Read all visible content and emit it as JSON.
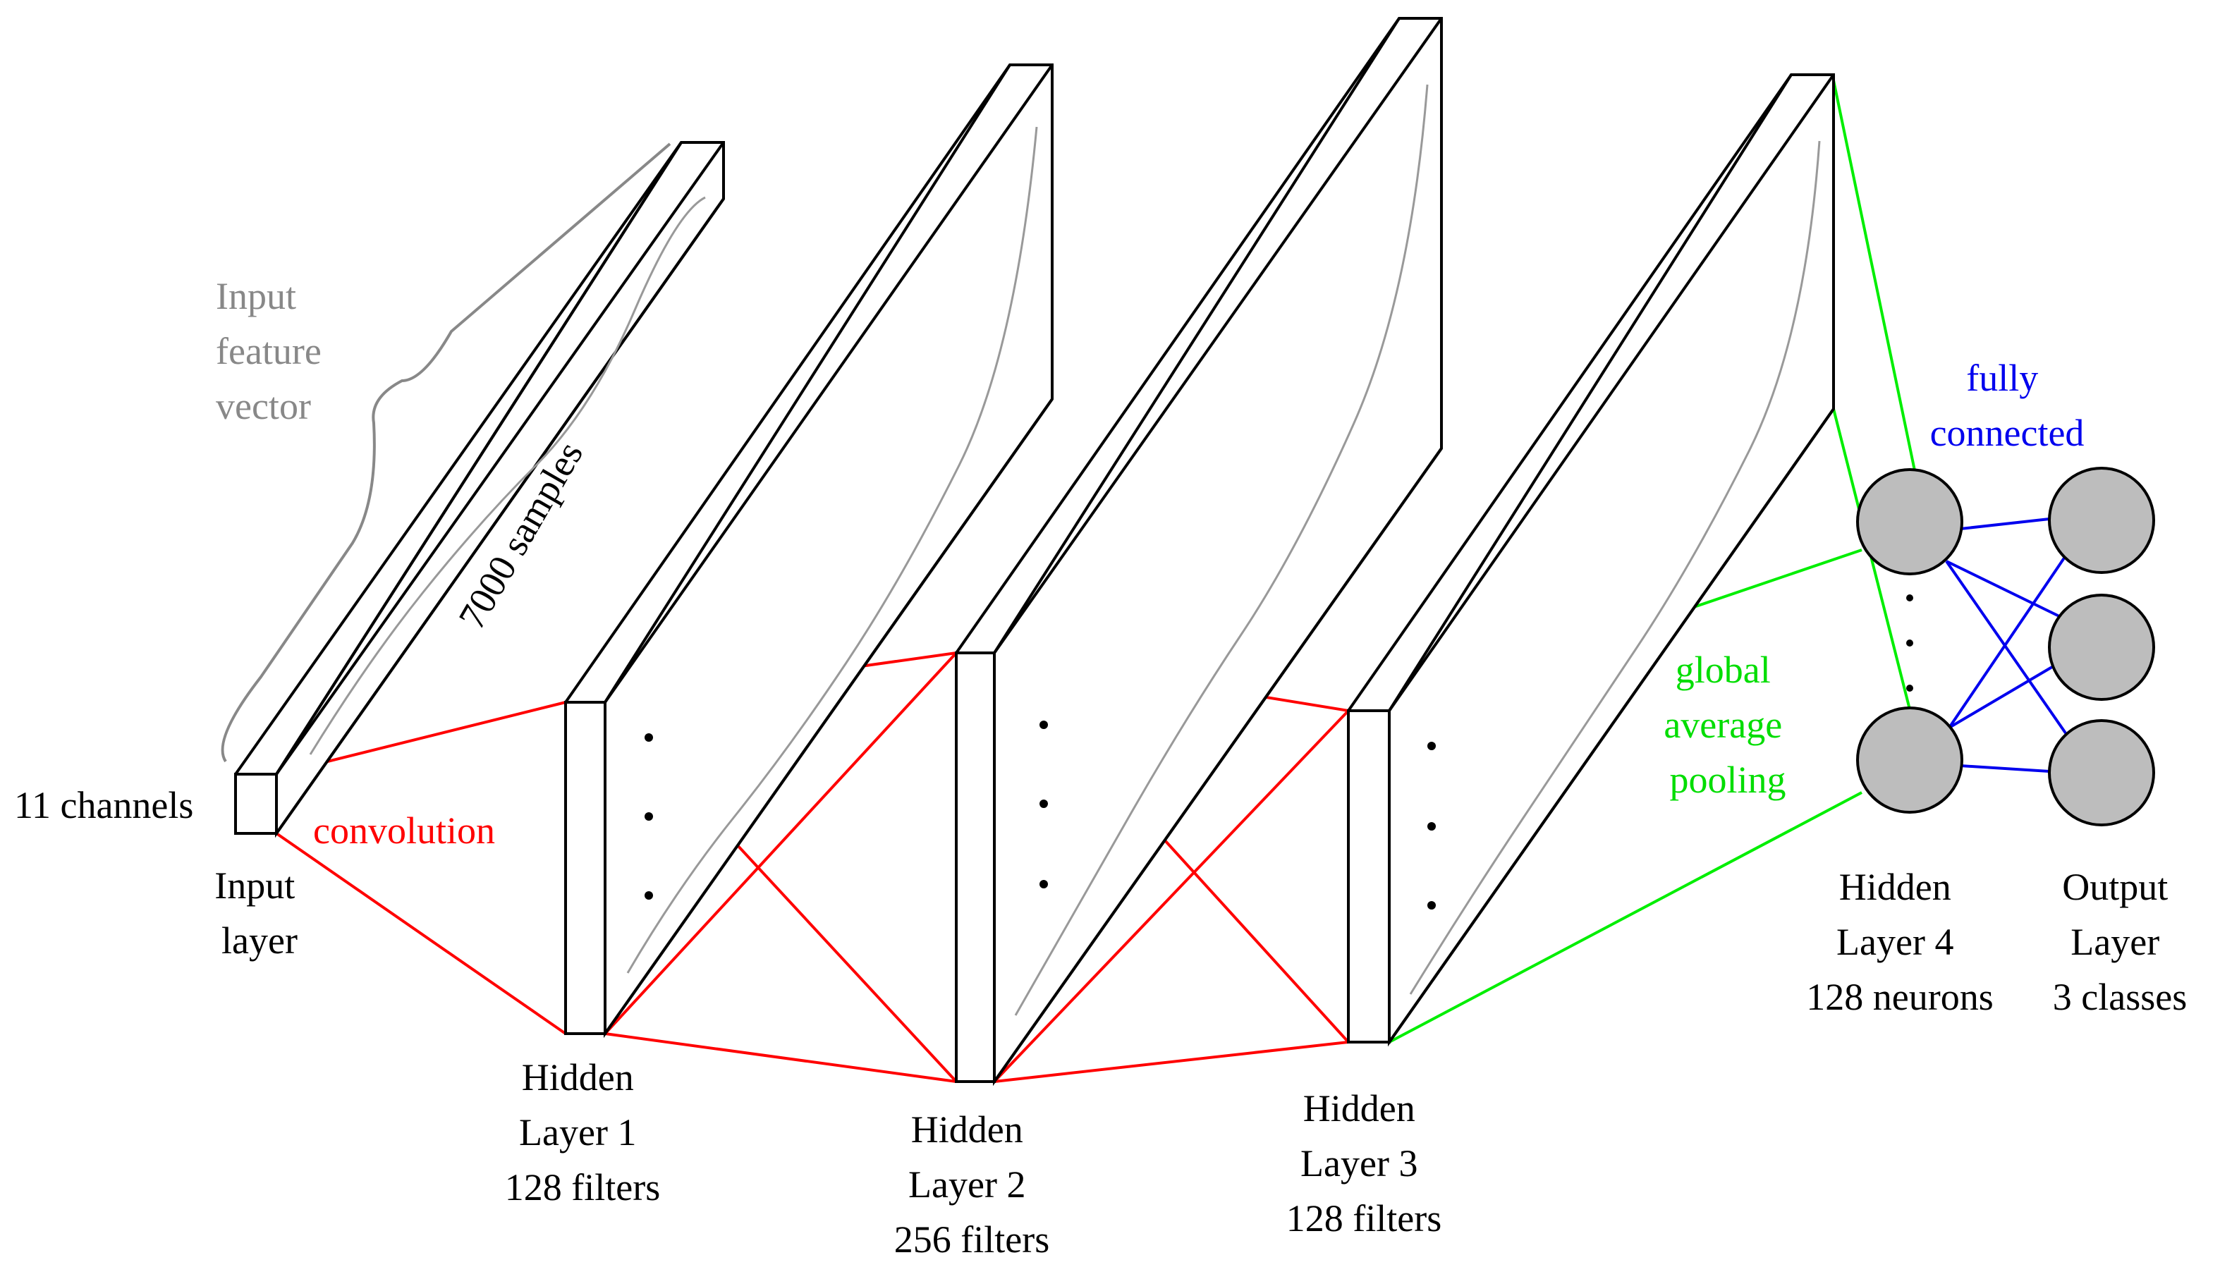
{
  "labels": {
    "input_feature": [
      "Input",
      "feature",
      "vector"
    ],
    "samples": "7000 samples",
    "channels": "11 channels",
    "convolution": "convolution",
    "input_layer": [
      "Input",
      "layer"
    ],
    "hidden1": [
      "Hidden",
      "Layer 1",
      "128 filters"
    ],
    "hidden2": [
      "Hidden",
      "Layer 2",
      "256 filters"
    ],
    "hidden3": [
      "Hidden",
      "Layer 3",
      "128 filters"
    ],
    "hidden4": [
      "Hidden",
      "Layer 4",
      "128 neurons"
    ],
    "output": [
      "Output",
      "Layer",
      "3 classes"
    ],
    "gap": [
      "global",
      "average",
      "pooling"
    ],
    "fc": [
      "fully",
      "connected"
    ]
  },
  "colors": {
    "convolution": "#ff0000",
    "pooling": "#00ee00",
    "fully_connected": "#0000ee",
    "annotation_gray": "#888888",
    "neuron_fill": "#bdbdbd"
  }
}
